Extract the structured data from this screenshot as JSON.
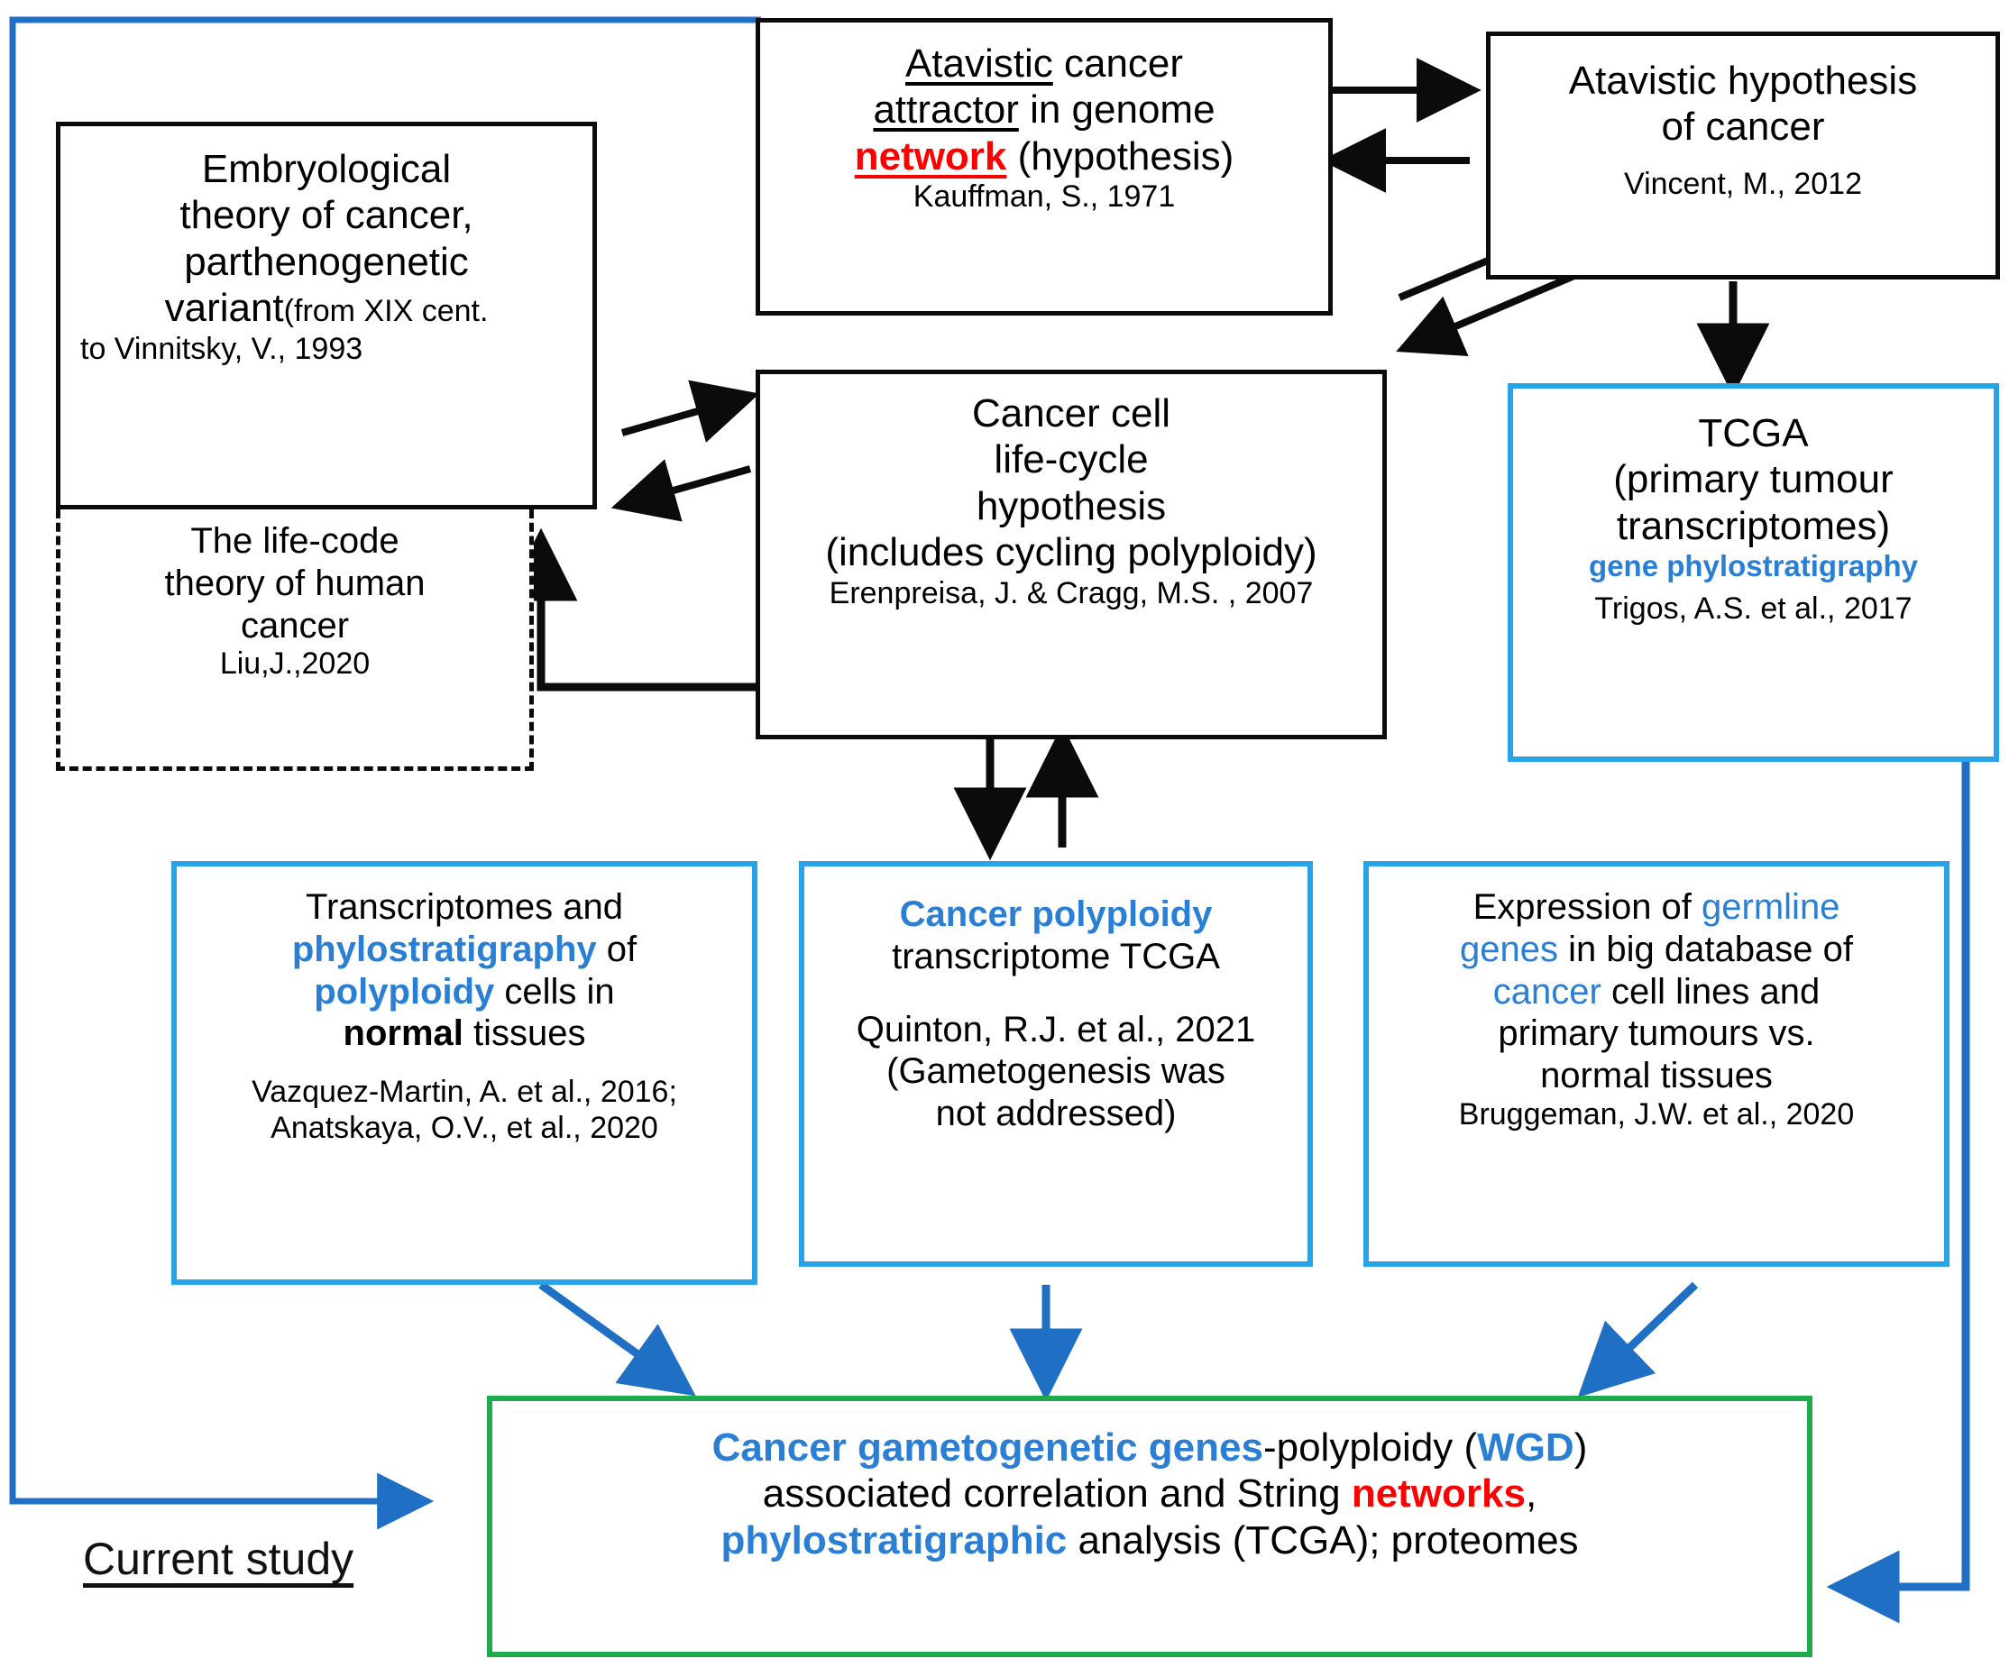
{
  "figure": {
    "title_label": "Current study",
    "colors": {
      "black": "#0b0b0b",
      "blue_border": "#29a3e8",
      "blue_text": "#2a7fd4",
      "green_border": "#1faa4b",
      "red": "#ff0000",
      "arrow_blue": "#1f6fc4"
    }
  },
  "boxes": {
    "embryological": {
      "name": "Embryological theory of cancer",
      "line1": "Embryological",
      "line2": "theory of cancer,",
      "line3": "parthenogenetic",
      "line4_main": "variant",
      "line4_note": "(from XIX cent.",
      "line5": "to Vinnitsky, V., 1993",
      "border": "solid-black"
    },
    "life_code": {
      "name": "The life-code theory of human cancer",
      "line1": "The life-code",
      "line2": "theory of human",
      "line3": "cancer",
      "citation": "Liu,J.,2020",
      "border": "dashed-black"
    },
    "atavistic_attractor": {
      "name": "Atavistic cancer attractor in genome network",
      "line1_a": "Atavistic",
      "line1_b": " cancer",
      "line2_a": "attractor",
      "line2_b": " in genome",
      "line3_a": "network",
      "line3_b": " (hypothesis)",
      "citation": "Kauffman, S., 1971",
      "border": "solid-black"
    },
    "atavistic_hypothesis": {
      "name": "Atavistic hypothesis of cancer",
      "line1": "Atavistic hypothesis",
      "line2": "of cancer",
      "citation": "Vincent, M., 2012",
      "border": "solid-black"
    },
    "cancer_cell_lifecycle": {
      "name": "Cancer cell life-cycle hypothesis",
      "line1": "Cancer  cell",
      "line2": "life-cycle",
      "line3": "hypothesis",
      "line4": "(includes cycling  polyploidy)",
      "citation": "Erenpreisa, J. & Cragg, M.S. , 2007",
      "border": "solid-black"
    },
    "tcga": {
      "name": "TCGA primary tumour transcriptomes",
      "line1": "TCGA",
      "line2": "(primary tumour",
      "line3": "transcriptomes)",
      "line4": "gene phylostratigraphy",
      "citation": "Trigos, A.S. et al., 2017",
      "border": "solid-blue"
    },
    "transcriptomes_normal": {
      "name": "Transcriptomes and phylostratigraphy of polyploidy cells in normal tissues",
      "line1": "Transcriptomes and",
      "line2_a": "phylostratigraphy",
      "line2_b": " of",
      "line3_a": "polyploidy",
      "line3_b": " cells in",
      "line4_a": "normal",
      "line4_b": " tissues",
      "citation1": "Vazquez-Martin, A. et al., 2016;",
      "citation2": "Anatskaya, O.V., et al., 2020",
      "border": "solid-blue"
    },
    "cancer_polyploidy": {
      "name": "Cancer polyploidy transcriptome TCGA",
      "line1": "Cancer polyploidy",
      "line2": "transcriptome  TCGA",
      "citation": "Quinton, R.J. et al., 2021",
      "note1": "(Gametogenesis was",
      "note2": "not addressed)",
      "border": "solid-blue"
    },
    "germline_expression": {
      "name": "Expression of germline genes in cancer cell lines and primary tumours",
      "line1_a": "Expression of ",
      "line1_b": "germline",
      "line2_a": "genes",
      "line2_b": " in big database of",
      "line3_a": "cancer",
      "line3_b": " cell lines and",
      "line4": "primary tumours  vs.",
      "line5": "normal tissues",
      "citation": "Bruggeman, J.W. et al., 2020",
      "border": "solid-blue"
    },
    "current_study_result": {
      "name": "Current study result box",
      "line1_a": "Cancer gametogenetic genes",
      "line1_b": "-polyploidy (",
      "line1_c": "WGD",
      "line1_d": ")",
      "line2_a": "associated correlation and String  ",
      "line2_b": "networks",
      "line2_c": ",",
      "line3_a": "phylostratigraphic",
      "line3_b": " analysis (TCGA); proteomes",
      "border": "solid-green"
    }
  }
}
